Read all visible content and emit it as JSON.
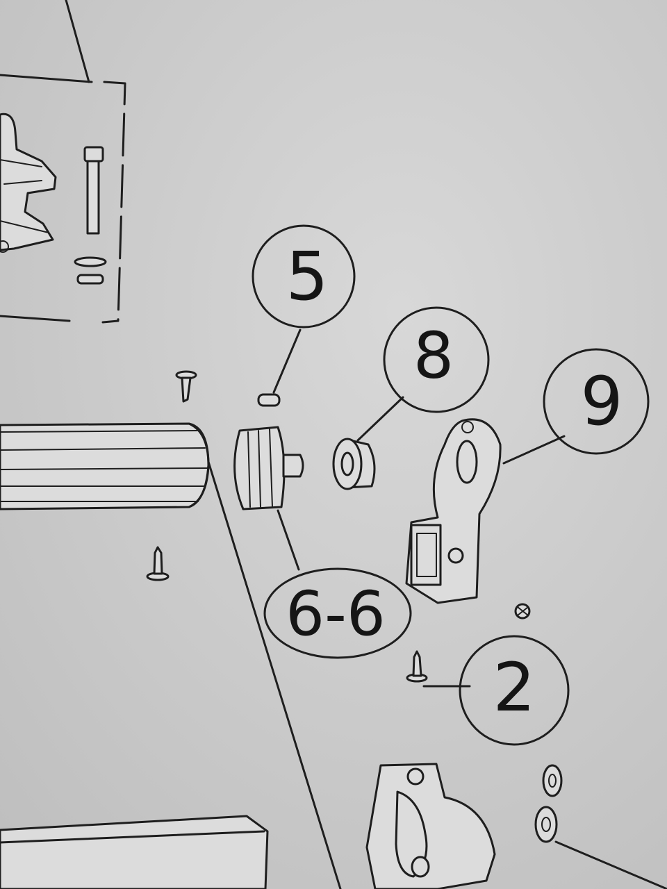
{
  "diagram": {
    "background_color": "#cfcfcf",
    "ink_color": "#1e1e1e",
    "callouts": [
      {
        "id": "callout-5",
        "label": "5"
      },
      {
        "id": "callout-8",
        "label": "8"
      },
      {
        "id": "callout-9",
        "label": "9"
      },
      {
        "id": "callout-6-6",
        "label": "6-6"
      },
      {
        "id": "callout-2",
        "label": "2"
      }
    ],
    "parts": [
      {
        "name": "pin",
        "icon": "pin-icon"
      },
      {
        "name": "bushing",
        "icon": "bushing-icon"
      },
      {
        "name": "end-bracket",
        "icon": "bracket-icon"
      },
      {
        "name": "end-cap",
        "icon": "end-cap-icon"
      },
      {
        "name": "screw",
        "icon": "screw-icon"
      },
      {
        "name": "bolt",
        "icon": "bolt-icon"
      },
      {
        "name": "washer",
        "icon": "washer-icon"
      },
      {
        "name": "tube",
        "icon": "tube-icon"
      },
      {
        "name": "mount",
        "icon": "mount-icon"
      }
    ]
  }
}
